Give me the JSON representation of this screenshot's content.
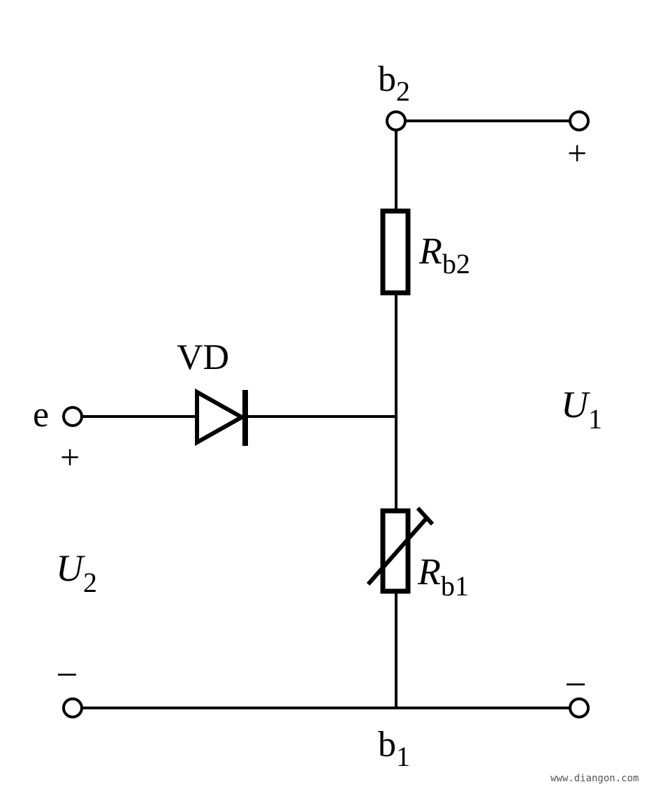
{
  "labels": {
    "b2": {
      "main": "b",
      "sub": "2"
    },
    "b1": {
      "main": "b",
      "sub": "1"
    },
    "e": "e",
    "vd": "VD",
    "rb2": {
      "main": "R",
      "sub": "b2"
    },
    "rb1": {
      "main": "R",
      "sub": "b1"
    },
    "u1": {
      "main": "U",
      "sub": "1"
    },
    "u2": {
      "main": "U",
      "sub": "2"
    },
    "plus": "+",
    "minus": "−"
  },
  "watermark": "www.diangon.com"
}
